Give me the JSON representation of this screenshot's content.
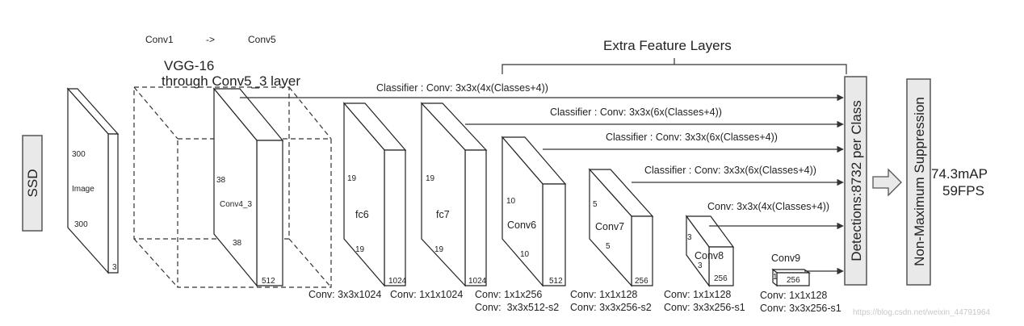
{
  "left_label": "SSD",
  "header": {
    "conv_start": "Conv1",
    "arrow": "->",
    "conv_end": "Conv5",
    "extra_title": "Extra Feature Layers",
    "vgg_line1": "VGG-16",
    "vgg_line2": "through Conv5_3 layer"
  },
  "image_block": {
    "top": "300",
    "name": "Image",
    "bottom": "300",
    "depth": "3"
  },
  "conv4_block": {
    "top": "38",
    "name": "Conv4_3",
    "bottom": "38",
    "depth": "512"
  },
  "fc6_block": {
    "top": "19",
    "name": "fc6",
    "bottom": "19",
    "depth": "1024"
  },
  "fc7_block": {
    "top": "19",
    "name": "fc7",
    "bottom": "19",
    "depth": "1024"
  },
  "conv6_block": {
    "top": "10",
    "name": "Conv6",
    "bottom": "10",
    "depth": "512"
  },
  "conv7_block": {
    "top": "5",
    "name": "Conv7",
    "bottom": "5",
    "depth": "256"
  },
  "conv8_block": {
    "top": "3",
    "name": "Conv8",
    "bottom": "3",
    "depth": "256"
  },
  "conv9_block": {
    "top": "1",
    "name": "Conv9",
    "depth": "256"
  },
  "classifiers": [
    "Classifier : Conv: 3x3x(4x(Classes+4))",
    "Classifier : Conv: 3x3x(6x(Classes+4))",
    "Classifier : Conv: 3x3x(6x(Classes+4))",
    "Classifier : Conv: 3x3x(6x(Classes+4))",
    "Conv: 3x3x(4x(Classes+4))"
  ],
  "bottom_labels": {
    "fc6_conv": "Conv: 3x3x1024",
    "fc7_conv": "Conv: 1x1x1024",
    "conv6_a": "Conv: 1x1x256",
    "conv6_b": "Conv:  3x3x512-s2",
    "conv7_a": "Conv: 1x1x128",
    "conv7_b": "Conv: 3x3x256-s2",
    "conv8_a": "Conv: 1x1x128",
    "conv8_b": "Conv: 3x3x256-s1",
    "conv9_a": "Conv: 1x1x128",
    "conv9_b": "Conv: 3x3x256-s1"
  },
  "detections": "Detections:8732  per Class",
  "nms": "Non-Maximum Suppression",
  "result_map": "74.3mAP",
  "result_fps": "59FPS",
  "watermark": "https://blog.csdn.net/weixin_44791964"
}
